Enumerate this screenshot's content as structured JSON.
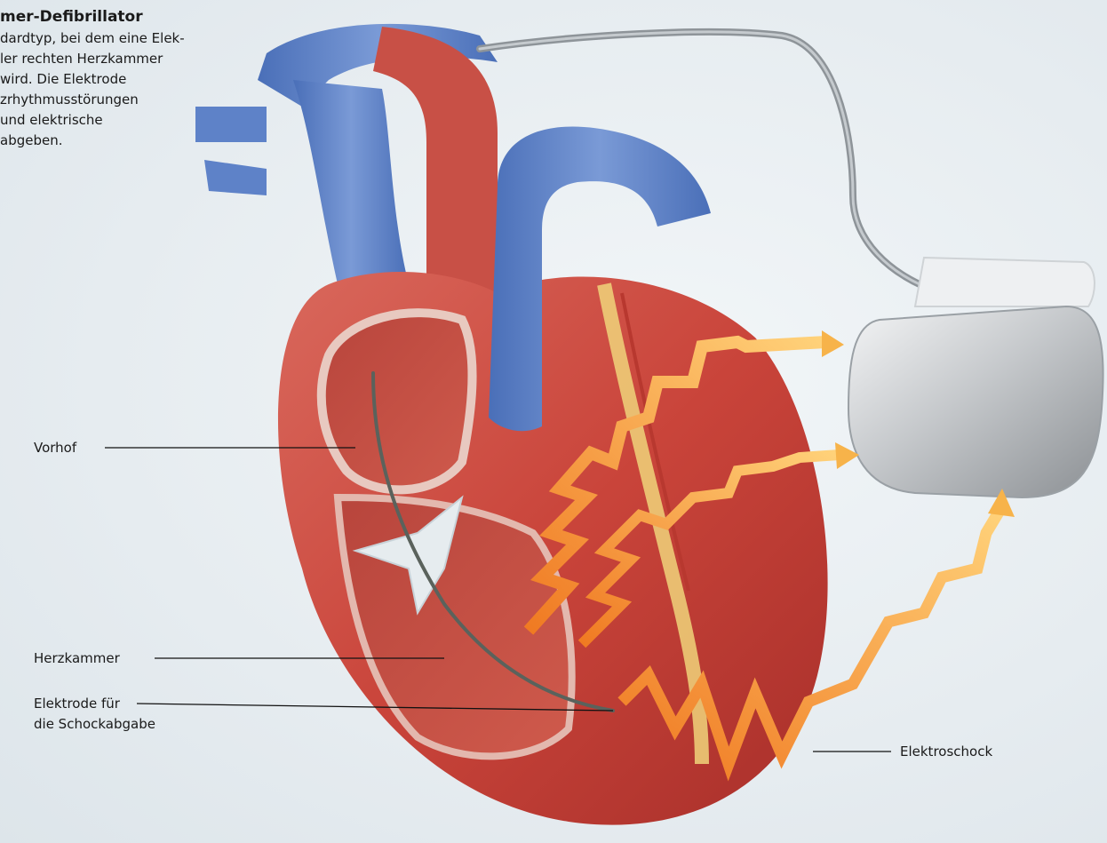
{
  "intro": {
    "title": "mer-Defibrillator",
    "lines": [
      "dardtyp, bei dem eine Elek-",
      "ler rechten Herzkammer",
      "wird. Die Elektrode",
      "zrhythmusstörungen",
      "und elektrische",
      "abgeben."
    ]
  },
  "labels": {
    "vorhof": "Vorhof",
    "herzkammer": "Herzkammer",
    "elektrode_line1": "Elektrode für",
    "elektrode_line2": "die Schockabgabe",
    "elektroschock": "Elektroschock"
  },
  "colors": {
    "background": "#e7edf1",
    "vein_blue": "#5b7fc6",
    "heart_red": "#c9443a",
    "shock_orange": "#f5a23a",
    "device_gray": "#b8bcc0"
  }
}
